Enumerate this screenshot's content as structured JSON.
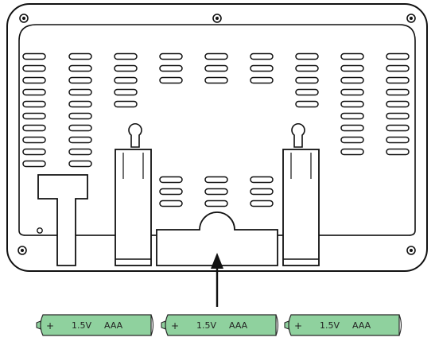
{
  "colors": {
    "outline": "#111111",
    "housing_fill": "#ffffff",
    "battery_fill": "#8fd19e",
    "battery_stroke": "#2a2a2a"
  },
  "batteries": [
    {
      "plus": "+",
      "voltage": "1.5V",
      "type": "AAA"
    },
    {
      "plus": "+",
      "voltage": "1.5V",
      "type": "AAA"
    },
    {
      "plus": "+",
      "voltage": "1.5V",
      "type": "AAA"
    }
  ]
}
